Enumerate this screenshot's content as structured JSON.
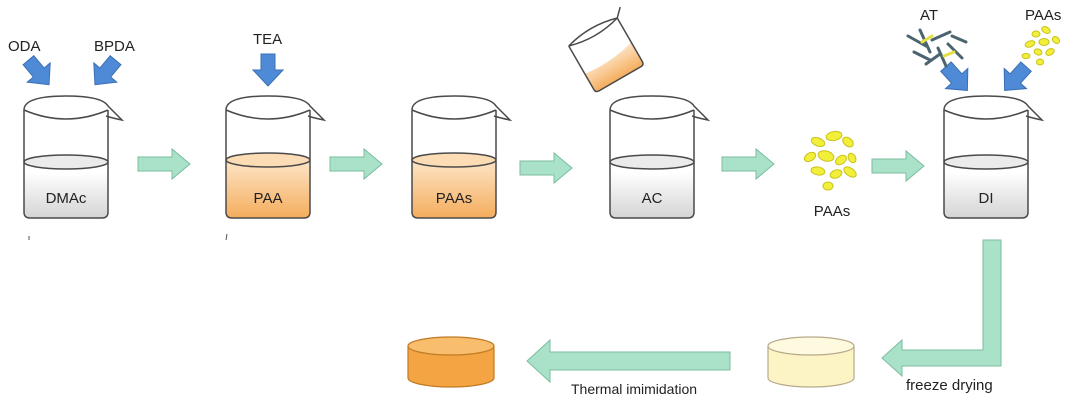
{
  "colors": {
    "reagent_arrow": "#4e8ad6",
    "process_arrow": "#a9e2c9",
    "process_arrow_stroke": "#7bbd9f",
    "solution_orange": "#f6b66e",
    "solution_gray": "#dcdcdc",
    "particle_yellow": "#f2ef3a",
    "fiber_blue": "#4a6470",
    "aerogel_final": "#f4a443",
    "aerogel_dried": "#fdf4c5"
  },
  "reagents": {
    "oda": "ODA",
    "bpda": "BPDA",
    "tea": "TEA",
    "at": "AT",
    "paas_top": "PAAs"
  },
  "beakers": {
    "dmac": "DMAc",
    "paa": "PAA",
    "paas": "PAAs",
    "ac": "AC",
    "di": "DI"
  },
  "particles_label": "PAAs",
  "steps": {
    "freeze_drying": "freeze drying",
    "thermal_imidization": "Thermal imimidation"
  }
}
